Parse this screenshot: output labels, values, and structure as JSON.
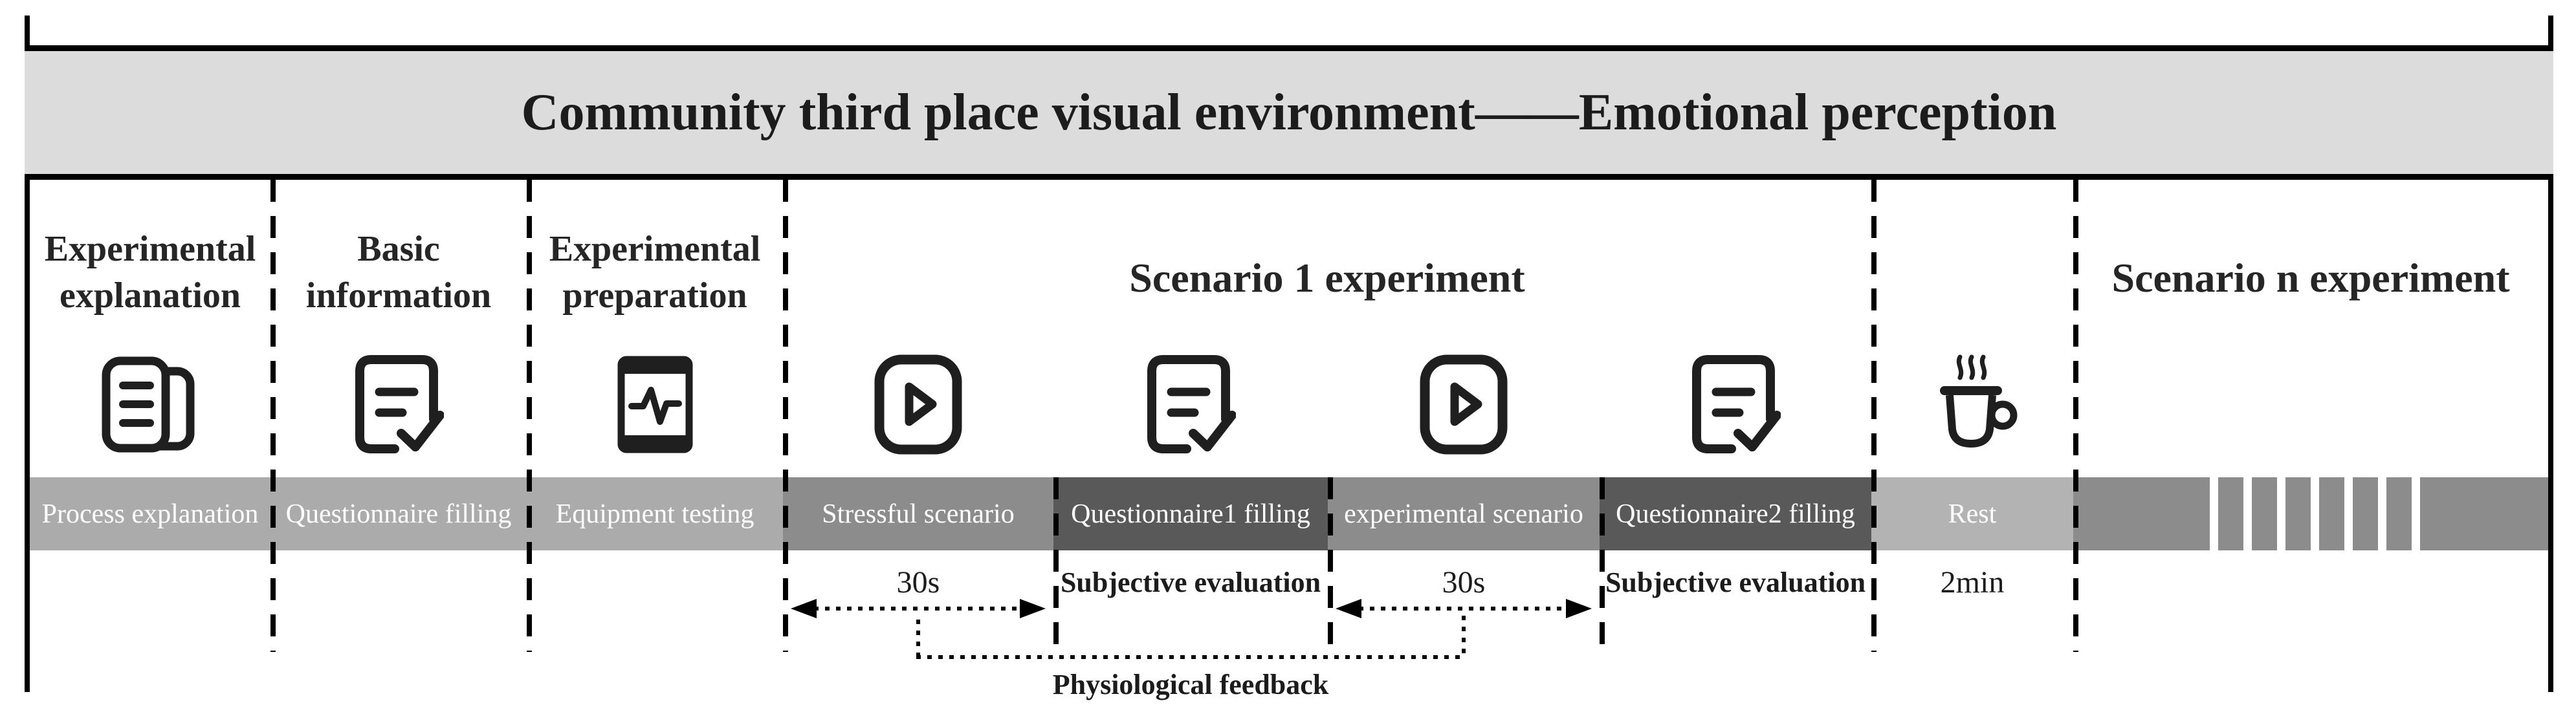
{
  "title": "Community third place visual environment——Emotional perception",
  "colors": {
    "title_bar_bg": "#dcdcdc",
    "band_light": "#ababab",
    "band_medium": "#8c8c8c",
    "band_dark": "#595959",
    "band_rest": "#b3b3b3",
    "line_black": "#000000",
    "band_text": "#ffffff",
    "text_dark": "#1c1c1c"
  },
  "phases": {
    "explanation": {
      "header_line1": "Experimental",
      "header_line2": "explanation",
      "band_label": "Process explanation",
      "icon": "documents-icon"
    },
    "basic_info": {
      "header_line1": "Basic",
      "header_line2": "information",
      "band_label": "Questionnaire filling",
      "icon": "checklist-icon"
    },
    "preparation": {
      "header_line1": "Experimental",
      "header_line2": "preparation",
      "band_label": "Equipment testing",
      "icon": "monitor-pulse-icon"
    },
    "scenario1": {
      "header": "Scenario 1 experiment",
      "steps": [
        {
          "band_label": "Stressful scenario",
          "sub_label": "30s",
          "icon": "play-icon"
        },
        {
          "band_label": "Questionnaire1 filling",
          "sub_label": "Subjective evaluation",
          "icon": "checklist-icon"
        },
        {
          "band_label": "experimental scenario",
          "sub_label": "30s",
          "icon": "play-icon"
        },
        {
          "band_label": "Questionnaire2 filling",
          "sub_label": "Subjective evaluation",
          "icon": "checklist-icon"
        }
      ],
      "feedback_label": "Physiological feedback"
    },
    "rest": {
      "band_label": "Rest",
      "sub_label": "2min",
      "icon": "coffee-icon"
    },
    "scenario_n": {
      "header": "Scenario n experiment"
    }
  }
}
